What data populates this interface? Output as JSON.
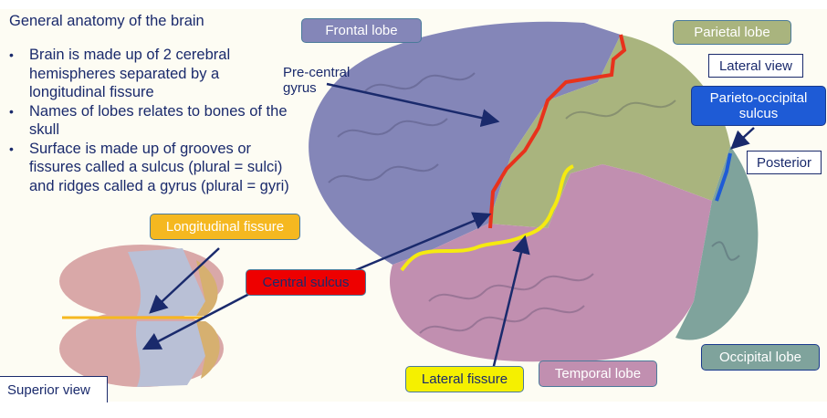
{
  "slide": {
    "title": "General anatomy of the brain",
    "bullets": [
      "Brain is made up of 2 cerebral hemispheres separated by a longitudinal fissure",
      "Names of lobes relates to bones of the skull",
      "Surface is made up of grooves or fissures called a sulcus (plural = sulci) and ridges called a gyrus (plural = gyri)"
    ]
  },
  "labels": {
    "frontal_lobe": "Frontal lobe",
    "parietal_lobe": "Parietal lobe",
    "lateral_view": "Lateral view",
    "parieto_occipital_sulcus": "Parieto-occipital sulcus",
    "posterior": "Posterior",
    "pre_central_gyrus": "Pre-central gyrus",
    "longitudinal_fissure": "Longitudinal fissure",
    "central_sulcus": "Central sulcus",
    "lateral_fissure": "Lateral fissure",
    "temporal_lobe": "Temporal lobe",
    "occipital_lobe": "Occipital lobe",
    "superior_view": "Superior view"
  },
  "colors": {
    "text_navy": "#1a2a6c",
    "frontal": "#8486b8",
    "parietal": "#a9b47e",
    "temporal": "#c18fb0",
    "occipital": "#7fa39c",
    "central_sulcus": "#e8321c",
    "lateral_fissure": "#f5ea10",
    "parieto_occipital": "#1e5bd6",
    "longitudinal": "#f5b820"
  }
}
